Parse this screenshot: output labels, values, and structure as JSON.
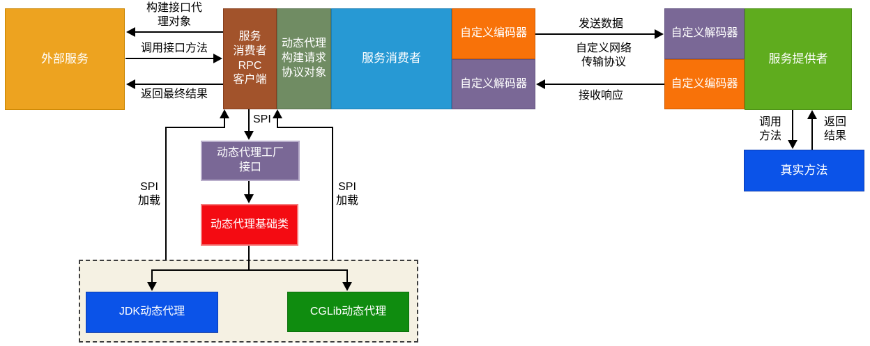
{
  "diagram": {
    "nodes": {
      "external_service": {
        "label": "外部服务",
        "color": "#EDA320"
      },
      "rpc_client": {
        "label": "服务\n消费者\nRPC\n客户端",
        "color": "#A2532B"
      },
      "dynamic_proxy_builder": {
        "label": "动态代理\n构建请求\n协议对象",
        "color": "#708C63"
      },
      "service_consumer": {
        "label": "服务消费者",
        "color": "#2799D4"
      },
      "custom_encoder_left": {
        "label": "自定义编码器",
        "color": "#F87209"
      },
      "custom_decoder_left": {
        "label": "自定义解码器",
        "color": "#7A6896"
      },
      "custom_decoder_right": {
        "label": "自定义解码器",
        "color": "#7A6896"
      },
      "custom_encoder_right": {
        "label": "自定义编码器",
        "color": "#F87209"
      },
      "service_provider": {
        "label": "服务提供者",
        "color": "#5FAC1E"
      },
      "real_method": {
        "label": "真实方法",
        "color": "#0B53E8"
      },
      "proxy_factory_interface": {
        "label": "动态代理工厂\n接口",
        "color": "#7A6896"
      },
      "proxy_base_class": {
        "label": "动态代理基础类",
        "color": "#F40B12"
      },
      "jdk_proxy": {
        "label": "JDK动态代理",
        "color": "#0B53E8"
      },
      "cglib_proxy": {
        "label": "CGLib动态代理",
        "color": "#0F8C0F"
      }
    },
    "edge_labels": {
      "build_interface_proxy": "构建接口代\n理对象",
      "call_interface_method": "调用接口方法",
      "return_final_result": "返回最终结果",
      "send_data": "发送数据",
      "custom_network_protocol": "自定义网络\n传输协议",
      "receive_response": "接收响应",
      "spi": "SPI",
      "spi_load_left": "SPI\n加载",
      "spi_load_right": "SPI\n加载",
      "invoke_method": "调用\n方法",
      "return_result": "返回\n结果"
    },
    "colors": {
      "line": "#000000",
      "container_bg": "#F5F1E3",
      "container_border": "#3C3C3C"
    }
  }
}
